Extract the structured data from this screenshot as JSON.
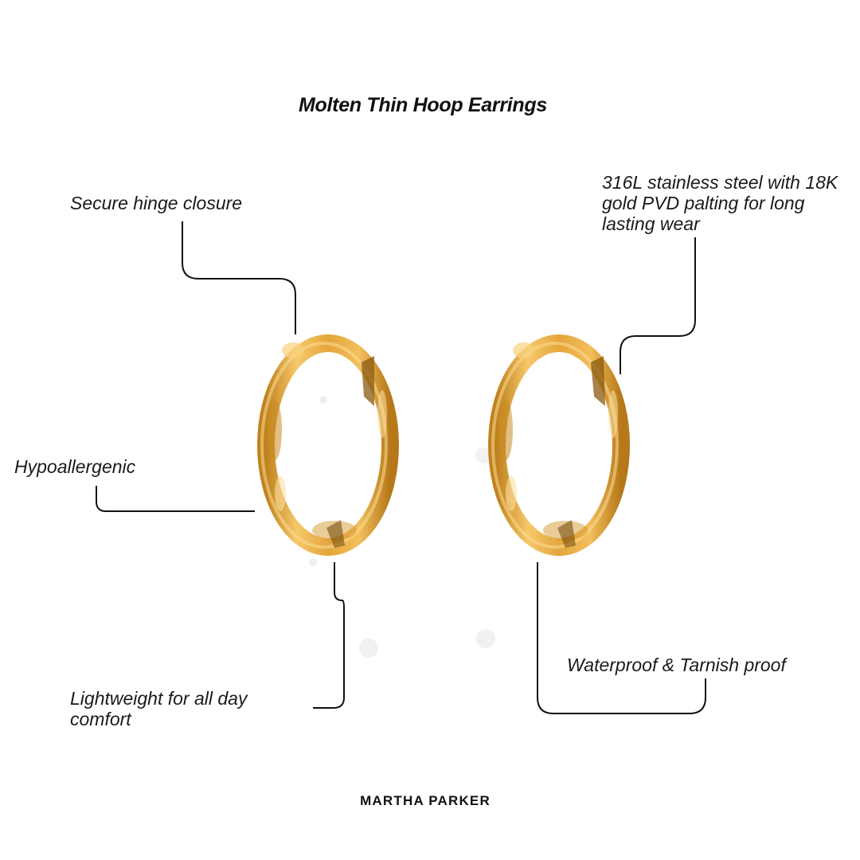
{
  "title": "Molten Thin Hoop Earrings",
  "features": {
    "hinge": "Secure hinge closure",
    "steel": "316L stainless steel with 18K gold PVD palting for long lasting wear",
    "hypo": "Hypoallergenic",
    "lightweight": "Lightweight for all day comfort",
    "waterproof": "Waterproof & Tarnish proof"
  },
  "brand": "MARTHA PARKER",
  "colors": {
    "gold_light": "#F6C86A",
    "gold_mid": "#E0A43A",
    "gold_dark": "#B87A18",
    "line": "#111111"
  }
}
